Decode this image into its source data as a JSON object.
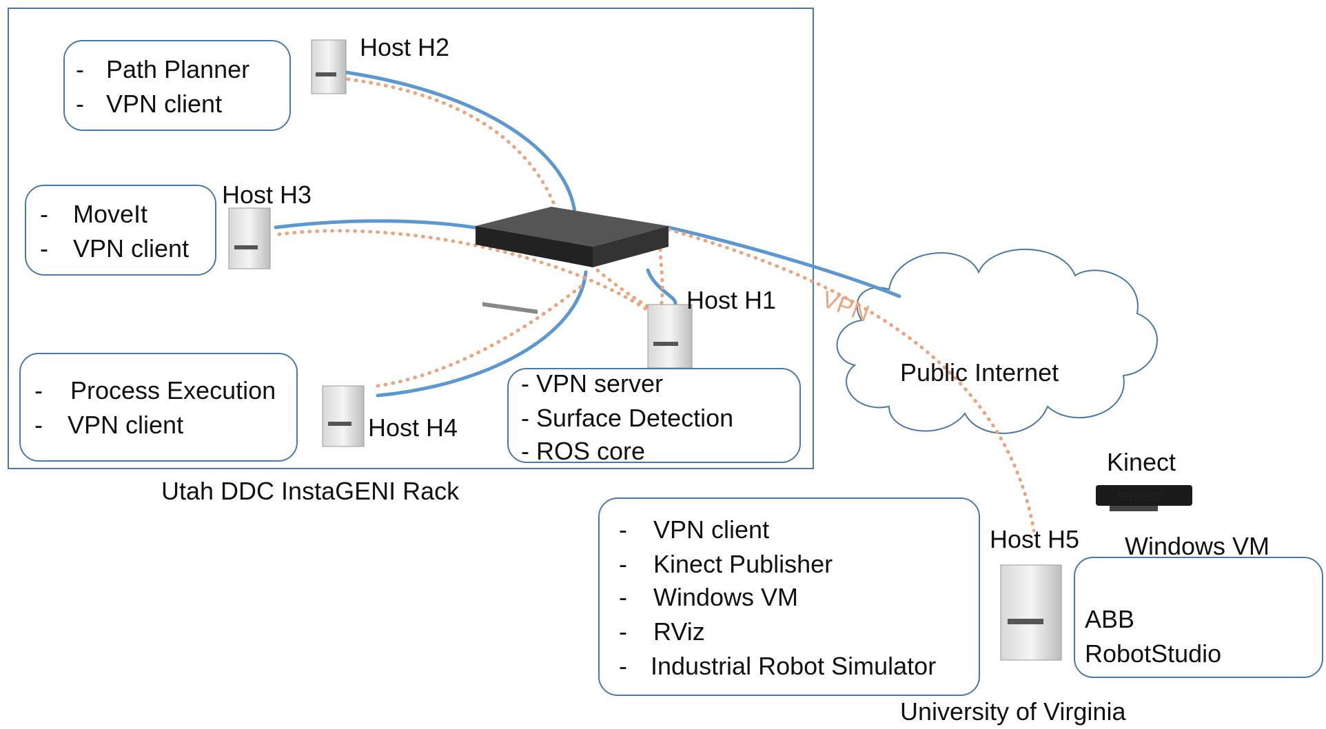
{
  "rack_label": "Utah DDC InstaGENI Rack",
  "uva_label": "University of Virginia",
  "cloud_label": "Public Internet",
  "vpn_label": "VPN",
  "kinect_label": "Kinect",
  "kinect_device_text": "sensor",
  "windows_vm_label": "Windows VM",
  "abb": {
    "line1": "ABB",
    "line2": "RobotStudio"
  },
  "hosts": {
    "h1": "Host H1",
    "h2": "Host H2",
    "h3": "Host H3",
    "h4": "Host H4",
    "h5": "Host H5"
  },
  "boxes": {
    "h2": [
      "-",
      "Path Planner",
      "-",
      "VPN client"
    ],
    "h3": [
      "-",
      "MoveIt",
      "-",
      "VPN client"
    ],
    "h4": [
      "-",
      "Process Execution",
      "-",
      "VPN client"
    ],
    "h1": [
      "- VPN server",
      "- Surface Detection",
      "- ROS core"
    ],
    "h5": [
      "-",
      "VPN client",
      "-",
      "Kinect Publisher",
      "-",
      "Windows VM",
      "-",
      "RViz",
      "-",
      "Industrial Robot Simulator"
    ]
  },
  "colors": {
    "link": "#5b97d1",
    "vpn_dotted": "#eba57e",
    "border": "#4a78a8"
  }
}
